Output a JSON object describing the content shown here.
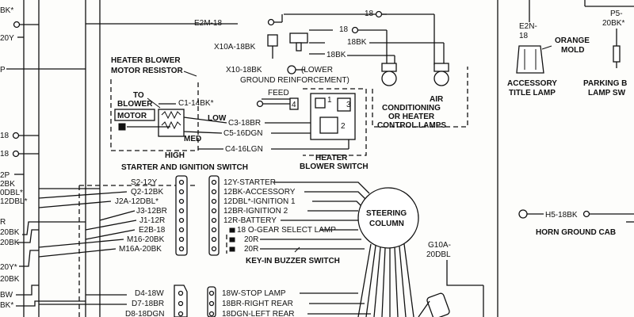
{
  "left_edge": [
    "BK*",
    "20Y",
    "P",
    "18",
    "18",
    "2P",
    "2BK",
    "0DBL*",
    "12DBL*",
    "R",
    "20BK",
    "20BK",
    "20Y*",
    "20BK",
    "BW",
    "BK*"
  ],
  "top_left": {
    "e2m": "E2M-18",
    "x10a": "X10A-18BK",
    "x10": "X10-18BK"
  },
  "lower_ground": "(LOWER",
  "ground_reinf": "GROUND REINFORCEMENT)",
  "resistor_title": [
    "HEATER BLOWER",
    "MOTOR RESISTOR"
  ],
  "to_blower": [
    "TO",
    "BLOWER"
  ],
  "motor": "MOTOR",
  "low": "LOW",
  "med": "MED",
  "high": "HIGH",
  "feed": "FEED",
  "c1": "C1-14BK*",
  "c3": "C3-18BR",
  "c5": "C5-16DGN",
  "c4": "C4-16LGN",
  "switch_pins": [
    "4",
    "1",
    "3",
    "2"
  ],
  "heater_switch": [
    "HEATER",
    "BLOWER SWITCH"
  ],
  "top_wires": [
    "18",
    "18",
    "18BK",
    "18BK"
  ],
  "ac_lamps": [
    "AIR",
    "CONDITIONING",
    "OR HEATER",
    "CONTROL LAMPS"
  ],
  "accessory_lamp": {
    "e2n": [
      "E2N-",
      "18"
    ],
    "orange": [
      "ORANGE",
      "MOLD"
    ],
    "title": [
      "ACCESSORY",
      "TITLE LAMP"
    ]
  },
  "parking_lamp": {
    "p5": [
      "P5-",
      "20BK*"
    ],
    "title": [
      "PARKING B",
      "LAMP SW"
    ]
  },
  "starter_switch": "STARTER AND IGNITION SWITCH",
  "starter_left": [
    "S2-12Y",
    "Q2-12BK",
    "J2A-12DBL*",
    "J3-12BR",
    "J1-12R",
    "E2B-18",
    "M16-20BK",
    "M16A-20BK"
  ],
  "starter_right": [
    "12Y-STARTER",
    "12BK-ACCESSORY",
    "12DBL*-IGNITION 1",
    "12BR-IGNITION 2",
    "12R-BATTERY"
  ],
  "gear_lines": [
    "18 O-GEAR SELECT LAMP",
    "20R",
    "20R"
  ],
  "key_buzzer": "KEY-IN BUZZER SWITCH",
  "steering": [
    "STEERING",
    "COLUMN"
  ],
  "horn_ground": "H5-18BK",
  "horn_cab": "HORN GROUND CAB",
  "g10a": [
    "G10A-",
    "20DBL"
  ],
  "lower_left": [
    "D4-18W",
    "D7-18BR",
    "D8-18DGN"
  ],
  "lower_right": [
    "18W-STOP LAMP",
    "18BR-RIGHT REAR",
    "18DGN-LEFT REAR"
  ]
}
